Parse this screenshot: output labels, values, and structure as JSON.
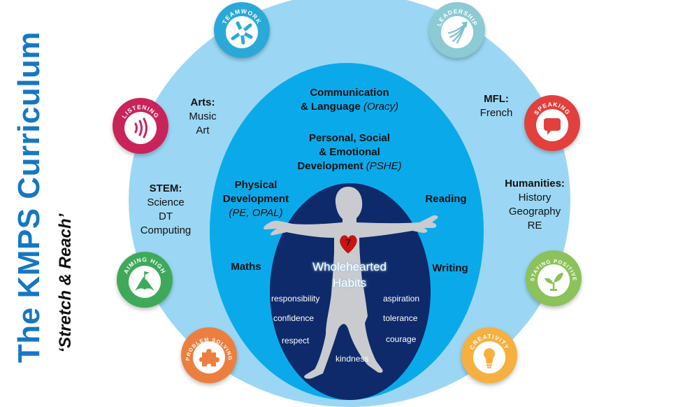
{
  "title": {
    "main": "The KMPS Curriculum",
    "subtitle": "‘Stretch & Reach’"
  },
  "colors": {
    "title_blue": "#1577c4",
    "outer_ring": "#9bd7f4",
    "middle_ring": "#0aaaea",
    "inner_core": "#0e2a6a",
    "figure": "#c9cbcf",
    "heart": "#d40f10"
  },
  "outer_subjects": {
    "arts": {
      "heading": "Arts:",
      "items": [
        "Music",
        "Art"
      ]
    },
    "mfl": {
      "heading": "MFL:",
      "items": [
        "French"
      ]
    },
    "stem": {
      "heading": "STEM:",
      "items": [
        "Science",
        "DT",
        "Computing"
      ]
    },
    "humanities": {
      "heading": "Humanities:",
      "items": [
        "History",
        "Geography",
        "RE"
      ]
    }
  },
  "core_areas": {
    "communication": {
      "line1": "Communication",
      "line2": "& Language",
      "note": "(Oracy)"
    },
    "pshe": {
      "line1": "Personal, Social",
      "line2": "& Emotional",
      "line3": "Development",
      "note": "(PSHE)"
    },
    "physical": {
      "line1": "Physical",
      "line2": "Development",
      "note": "(PE, OPAL)"
    },
    "reading": "Reading",
    "maths": "Maths",
    "writing": "Writing"
  },
  "wholehearted": {
    "count": "7",
    "title_line1": "Wholehearted",
    "title_line2": "Habits",
    "habits": [
      "responsibility",
      "aspiration",
      "confidence",
      "tolerance",
      "respect",
      "courage",
      "kindness"
    ]
  },
  "badges": [
    {
      "id": "teamwork",
      "label": "TEAMWORK",
      "icon": "teamwork-icon",
      "color": "#2aa9d9"
    },
    {
      "id": "leadership",
      "label": "LEADERSHIP",
      "icon": "leadership-arrow-icon",
      "color": "#8ccad4"
    },
    {
      "id": "listening",
      "label": "LISTENING",
      "icon": "sound-waves-icon",
      "color": "#c9245a"
    },
    {
      "id": "speaking",
      "label": "SPEAKING",
      "icon": "speech-bubble-icon",
      "color": "#e2403d"
    },
    {
      "id": "aiming_high",
      "label": "AIMING HIGH",
      "icon": "mountain-flag-icon",
      "color": "#3fa95a"
    },
    {
      "id": "staying_positive",
      "label": "STAYING POSITIVE",
      "icon": "sprout-icon",
      "color": "#8bc25a"
    },
    {
      "id": "problem_solving",
      "label": "PROBLEM SOLVING",
      "icon": "puzzle-piece-icon",
      "color": "#ec7f3f"
    },
    {
      "id": "creativity",
      "label": "CREATIVITY",
      "icon": "lightbulb-icon",
      "color": "#f6b040"
    }
  ]
}
